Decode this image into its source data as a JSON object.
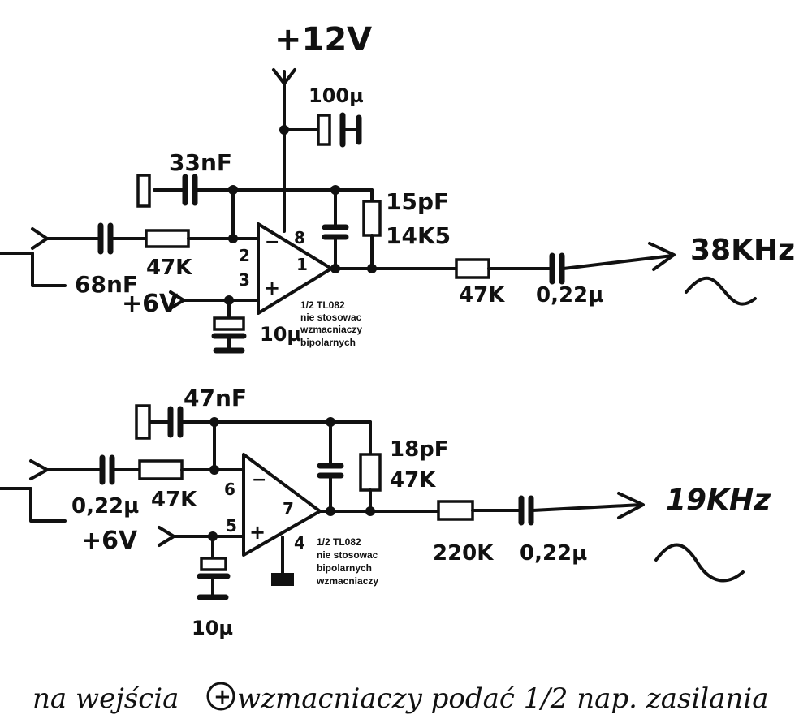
{
  "supply": {
    "vcc": "+12V",
    "decoupling_cap": "100µ"
  },
  "top_stage": {
    "input_cap": "68nF",
    "input_res": "47K",
    "feedback_cap_large": "33nF",
    "feedback_cap_small": "15pF",
    "feedback_res": "14K5",
    "bias": "+6V",
    "bias_cap": "10µ",
    "pin_inv": "2",
    "pin_noninv": "3",
    "pin_out": "1",
    "pin_vcc": "8",
    "minus": "−",
    "plus": "+",
    "output_res": "47K",
    "output_cap": "0,22µ",
    "frequency": "38KHz",
    "wave_symbol": "~",
    "note_lines": [
      "1/2 TL082",
      "nie stosowac",
      "wzmacniaczy",
      "bipolarnych"
    ]
  },
  "bottom_stage": {
    "input_cap": "0,22µ",
    "input_res": "47K",
    "feedback_cap_large": "47nF",
    "feedback_cap_small": "18pF",
    "feedback_res": "47K",
    "bias": "+6V",
    "bias_cap": "10µ",
    "pin_inv": "6",
    "pin_noninv": "5",
    "pin_out": "7",
    "pin_gnd": "4",
    "minus": "−",
    "plus": "+",
    "output_res": "220K",
    "output_cap": "0,22µ",
    "frequency": "19KHz",
    "wave_symbol": "~",
    "note_lines": [
      "1/2 TL082",
      "nie stosowac",
      "bipolarnych",
      "wzmacniaczy"
    ]
  },
  "footer": {
    "text_before": "na wejścia",
    "plus_symbol": "+",
    "text_after": "wzmacniaczy podać 1/2 nap. zasilania"
  }
}
